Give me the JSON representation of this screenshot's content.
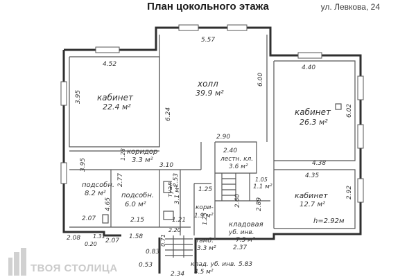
{
  "header": {
    "title": "План цокольного этажа",
    "address": "ул. Левкова, 24"
  },
  "rooms": {
    "office_nw": {
      "name": "кабинет",
      "area": "22.4 м²"
    },
    "hall": {
      "name": "холл",
      "area": "39.9 м²"
    },
    "office_ne": {
      "name": "кабинет",
      "area": "26.3 м²"
    },
    "corridor": {
      "name": "коридор",
      "area": "3.3 м²"
    },
    "utility_a": {
      "name": "подсобн.",
      "area": "8.2 м²"
    },
    "utility_b": {
      "name": "подсобн.",
      "area": "6.0 м²"
    },
    "toilet": {
      "name": "туал.",
      "area": "3.1 м²"
    },
    "corridor_small": {
      "name": "кори-",
      "area": "1.9 м²"
    },
    "stairwell": {
      "name": "лестн. кл.",
      "area": "3.6 м²"
    },
    "small_room": {
      "area": "1.1 м²"
    },
    "office_se": {
      "name": "кабинет",
      "area": "12.7 м²"
    },
    "storage": {
      "name": "кладовая",
      "sub": "уб. инв.",
      "area": "7.5 м²"
    },
    "vestibule": {
      "name": "тамб.",
      "area": "3.3 м²"
    },
    "storage_bottom": {
      "name": "клад. уб. инв.",
      "area": "4.5 м²"
    }
  },
  "dimensions": {
    "d557": "5.57",
    "d452": "4.52",
    "d440": "4.40",
    "d395a": "3.95",
    "d624": "6.24",
    "d600": "6.00",
    "d602": "6.02",
    "d290": "2.90",
    "d240": "2.40",
    "d438": "4.38",
    "d435": "4.35",
    "d395b": "3.95",
    "d128": "1.28",
    "d310": "3.10",
    "d277": "2.77",
    "d465": "4.65",
    "d207a": "2.07",
    "d215": "2.15",
    "d253": "2.53",
    "d125a": "1.25",
    "d121": "1.21",
    "d125b": "1.25",
    "d105": "1.05",
    "d260": "2.60",
    "d289": "2.89",
    "d292": "2.92",
    "d237": "2.37",
    "d208": "2.08",
    "d207b": "2.07",
    "d158": "1.58",
    "d071": "0.71",
    "d083": "0.83",
    "d053": "0.53",
    "d583": "5.83",
    "d234": "2.34",
    "d020": "0.20",
    "d131": "1.31",
    "d220": "2.20",
    "height": "h=2.92м"
  },
  "watermark": {
    "text": "ТВОЯ СТОЛИЦА"
  }
}
